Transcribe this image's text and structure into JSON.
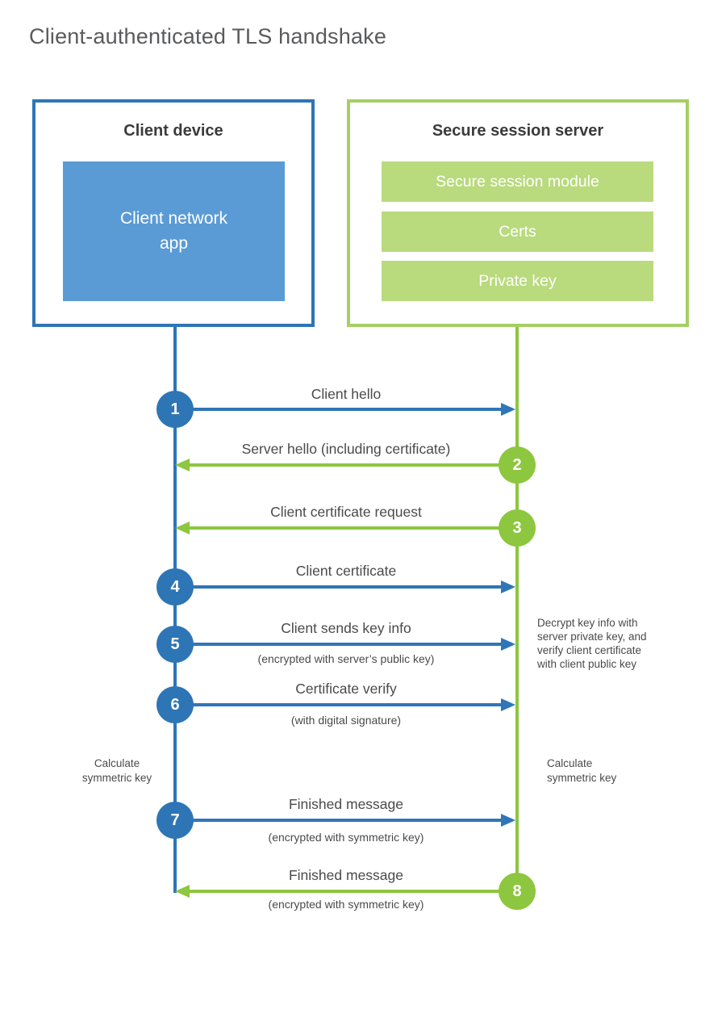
{
  "title": "Client-authenticated TLS handshake",
  "colors": {
    "blue_accent": "#2e75b6",
    "blue_fill": "#5b9bd5",
    "green_accent": "#8dc63f",
    "green_border": "#a5cf63",
    "green_fill": "#b9da7d"
  },
  "client_box": {
    "title": "Client device",
    "app_lines": [
      "Client network",
      "app"
    ]
  },
  "server_box": {
    "title": "Secure session server",
    "modules": [
      "Secure session module",
      "Certs",
      "Private key"
    ]
  },
  "messages": [
    {
      "num": 1,
      "label": "Client hello",
      "sub": "",
      "direction": "right",
      "color": "blue"
    },
    {
      "num": 2,
      "label": "Server hello (including certificate)",
      "sub": "",
      "direction": "left",
      "color": "green"
    },
    {
      "num": 3,
      "label": "Client certificate request",
      "sub": "",
      "direction": "left",
      "color": "green"
    },
    {
      "num": 4,
      "label": "Client certificate",
      "sub": "",
      "direction": "right",
      "color": "blue"
    },
    {
      "num": 5,
      "label": "Client sends key info",
      "sub": "(encrypted with server’s public key)",
      "direction": "right",
      "color": "blue"
    },
    {
      "num": 6,
      "label": "Certificate verify",
      "sub": "(with digital signature)",
      "direction": "right",
      "color": "blue"
    },
    {
      "num": 7,
      "label": "Finished message",
      "sub": "(encrypted with symmetric key)",
      "direction": "right",
      "color": "blue"
    },
    {
      "num": 8,
      "label": "Finished message",
      "sub": "(encrypted with symmetric key)",
      "direction": "left",
      "color": "green"
    }
  ],
  "annotations": {
    "decrypt_lines": [
      "Decrypt key info with",
      "server private key, and",
      "verify client certificate",
      "with client public key"
    ],
    "calc_left_lines": [
      "Calculate",
      "symmetric key"
    ],
    "calc_right_lines": [
      "Calculate",
      "symmetric key"
    ]
  }
}
